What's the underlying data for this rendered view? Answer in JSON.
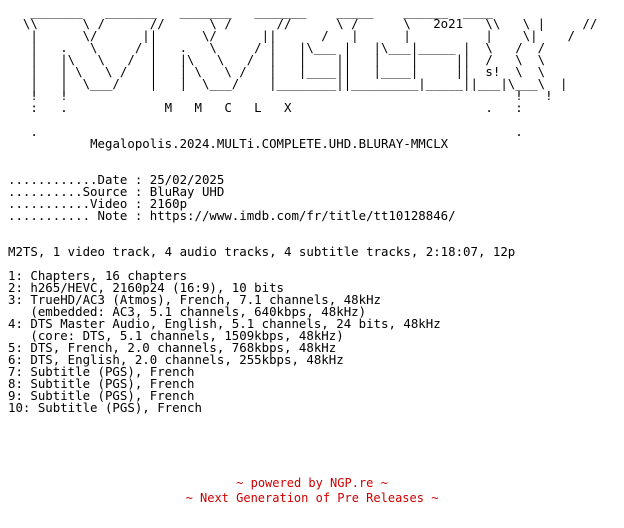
{
  "nfo": {
    "logo_art": "   _______   _______   _______   _______    _____    ______  ____\n  \\\\      \\ /      //      \\ /      //      \\ /      \\   2o21   \\\\   \\ |     //\n   |      \\/      ||      \\/      ||      /   |      |          |    \\|    /\n   |   .   \\     / |   .   \\     / |   |\\___ |   |\\___|_____ |  \\   /  /\n   |   |\\   \\   /  |   |\\   \\   /  |   |    ||   |    |     ||  /   \\  \\\n   |   | \\   \\ /   |   | \\   \\ /   |   |____||   |____|     ||  s!  \\  \\\n   |   |  \\___/    |   |  \\___/    |________||_________|_____||___|\\___\\  |\n   !   !                                                            !   !\n   :   .             M   M   C   L   X                          .   :\n\n   .                                                                .",
    "release_name": "Megalopolis.2024.MULTi.COMPLETE.UHD.BLURAY-MMCLX",
    "date_line": "............Date : 25/02/2025",
    "source_line": "..........Source : BluRay UHD",
    "video_line": "...........Video : 2160p",
    "note_line": "........... Note : https://www.imdb.com/fr/title/tt10128846/",
    "summary_line": "M2TS, 1 video track, 4 audio tracks, 4 subtitle tracks, 2:18:07, 12p",
    "tracks": [
      "1: Chapters, 16 chapters",
      "2: h265/HEVC, 2160p24 (16:9), 10 bits",
      "3: TrueHD/AC3 (Atmos), French, 7.1 channels, 48kHz",
      "   (embedded: AC3, 5.1 channels, 640kbps, 48kHz)",
      "4: DTS Master Audio, English, 5.1 channels, 24 bits, 48kHz",
      "   (core: DTS, 5.1 channels, 1509kbps, 48kHz)",
      "5: DTS, French, 2.0 channels, 768kbps, 48kHz",
      "6: DTS, English, 2.0 channels, 255kbps, 48kHz",
      "7: Subtitle (PGS), French",
      "8: Subtitle (PGS), French",
      "9: Subtitle (PGS), French",
      "10: Subtitle (PGS), French"
    ]
  },
  "footer": {
    "powered_by": "~ powered by NGP.re ~",
    "tagline": "~ Next Generation of Pre Releases ~",
    "color": "#cc0000"
  }
}
